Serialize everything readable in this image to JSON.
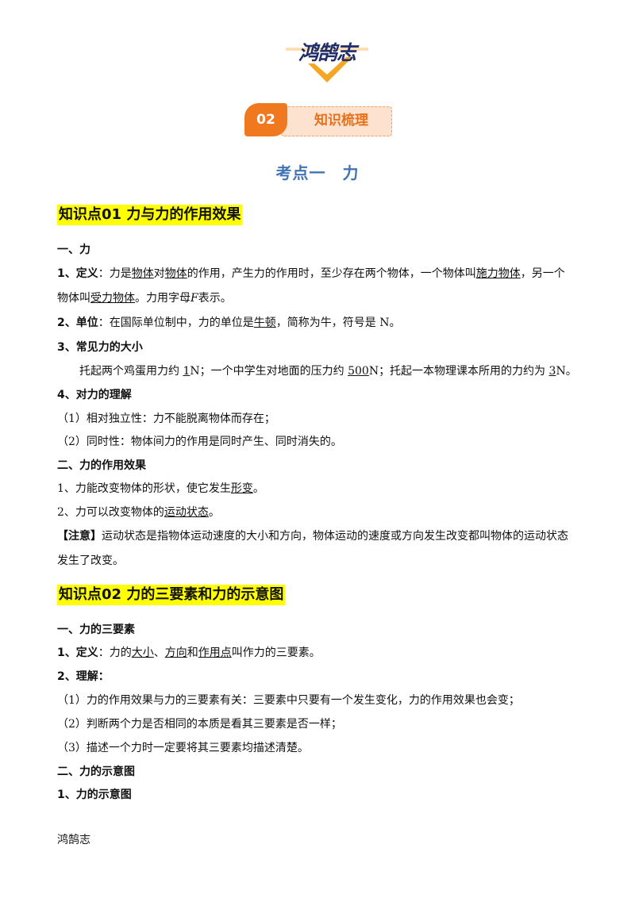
{
  "logo": {
    "text": "鸿鹄志"
  },
  "badge": {
    "number": "02",
    "label": "知识梳理"
  },
  "section_title": "考点一　力",
  "kp1": {
    "title": "知识点01  力与力的作用效果"
  },
  "force": {
    "heading": "一、力",
    "def_num": "1、",
    "def_label": "定义",
    "def_colon": "：力是",
    "def_u1": "物体",
    "def_t2": "对",
    "def_u2": "物体",
    "def_t3": "的作用，产生力的作用时，至少存在两个物体，一个物体叫",
    "def_u3": "施力物体",
    "def_t4": "，另一个",
    "def2_t1": "物体叫",
    "def2_u1": "受力物体",
    "def2_t2": "。力用字母",
    "def2_letter": "F",
    "def2_t3": "表示。",
    "unit_num": "2、",
    "unit_label": "单位",
    "unit_t1": "：在国际单位制中，力的单位是",
    "unit_u1": "牛顿",
    "unit_t2": "，简称为牛，符号是 N。",
    "common_heading": "3、常见力的大小",
    "common_t1": "托起两个鸡蛋用力约 ",
    "common_u1": "1",
    "common_t2": "N；一个中学生对地面的压力约 ",
    "common_u2": "500",
    "common_t3": "N；托起一本物理课本所用的力约为 ",
    "common_u3": "3",
    "common_t4": "N。",
    "understand_heading": "4、对力的理解",
    "understand_1": "（1）相对独立性：力不能脱离物体而存在；",
    "understand_2": "（2）同时性：物体间力的作用是同时产生、同时消失的。"
  },
  "effect": {
    "heading": "二、力的作用效果",
    "e1_t1": "1、力能改变物体的形状，使它发生",
    "e1_u1": "形变",
    "e1_t2": "。",
    "e2_t1": "2、力可以改变物体的",
    "e2_u1": "运动状态",
    "e2_t2": "。",
    "note_label": "【注意】",
    "note_t1": "运动状态是指物体运动速度的大小和方向，物体运动的速度或方向发生改变都叫物体的运动状态",
    "note_t2": "发生了改变。"
  },
  "kp2": {
    "title": "知识点02  力的三要素和力的示意图"
  },
  "three": {
    "heading": "一、力的三要素",
    "def_num": "1、",
    "def_label": "定义",
    "def_t1": "：力的",
    "def_u1": "大小",
    "def_t2": "、",
    "def_u2": "方向",
    "def_t3": "和",
    "def_u3": "作用点",
    "def_t4": "叫作力的三要素。",
    "understand_heading": "2、理解：",
    "u1": "（1）力的作用效果与力的三要素有关：三要素中只要有一个发生变化，力的作用效果也会变；",
    "u2": "（2）判断两个力是否相同的本质是看其三要素是否一样；",
    "u3": "（3）描述一个力时一定要将其三要素均描述清楚。"
  },
  "diagram": {
    "heading": "二、力的示意图",
    "sub": "1、力的示意图"
  },
  "footer": {
    "text": "鸿鹄志"
  },
  "colors": {
    "accent": "#f0781e",
    "title_blue": "#3f73b5",
    "highlight": "#ffff00"
  }
}
